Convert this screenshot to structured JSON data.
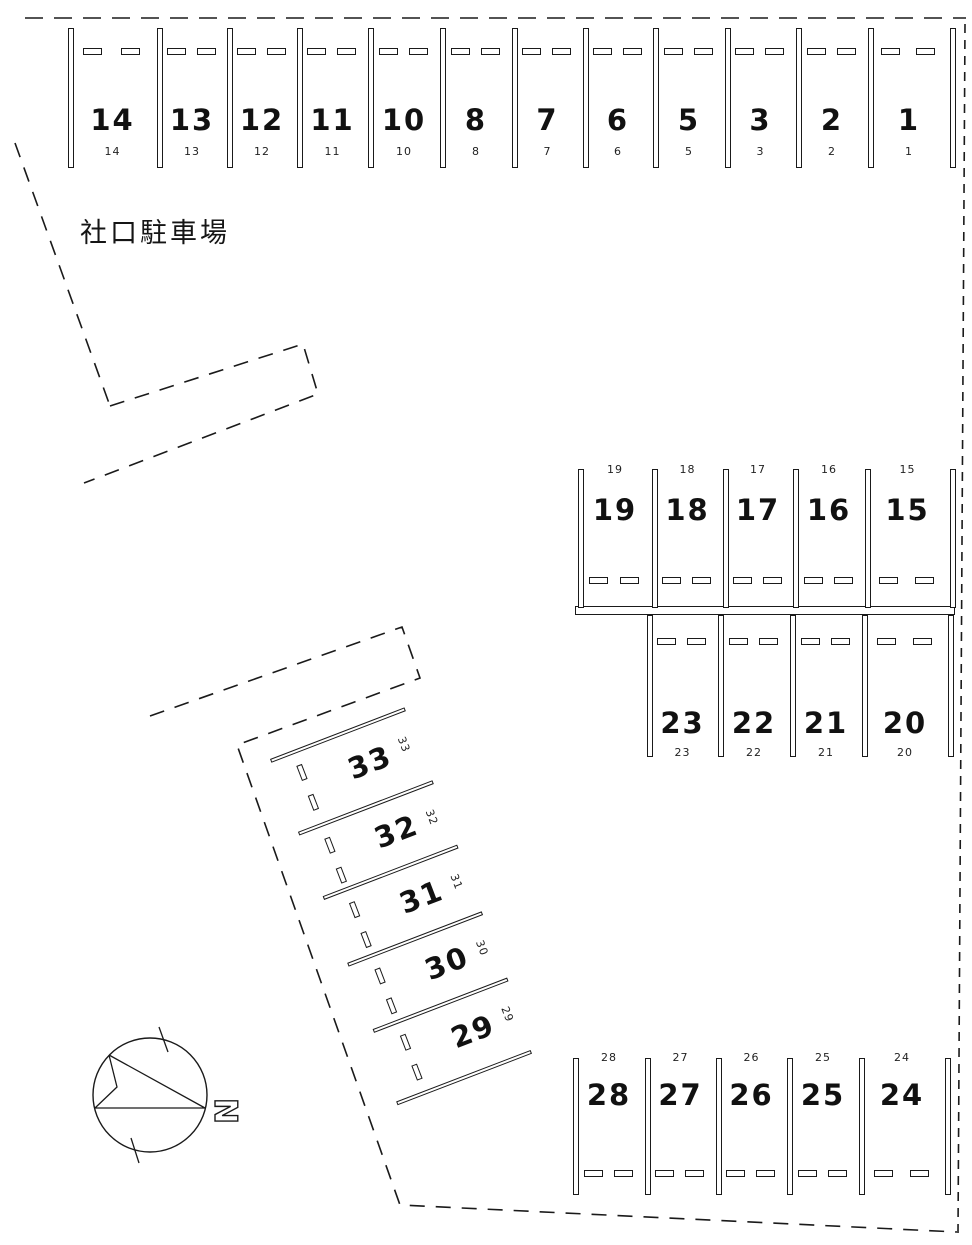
{
  "title": "社口駐車場",
  "compass": {
    "label": "N"
  },
  "blocks": {
    "top_row": {
      "numbers": [
        "14",
        "13",
        "12",
        "11",
        "10",
        "8",
        "7",
        "6",
        "5",
        "3",
        "2",
        "1"
      ]
    },
    "middle_upper": {
      "numbers": [
        "19",
        "18",
        "17",
        "16",
        "15"
      ]
    },
    "middle_lower": {
      "numbers": [
        "23",
        "22",
        "21",
        "20"
      ]
    },
    "diagonal": {
      "numbers": [
        "33",
        "32",
        "31",
        "30",
        "29"
      ]
    },
    "bottom_row": {
      "numbers": [
        "28",
        "27",
        "26",
        "25",
        "24"
      ]
    }
  }
}
